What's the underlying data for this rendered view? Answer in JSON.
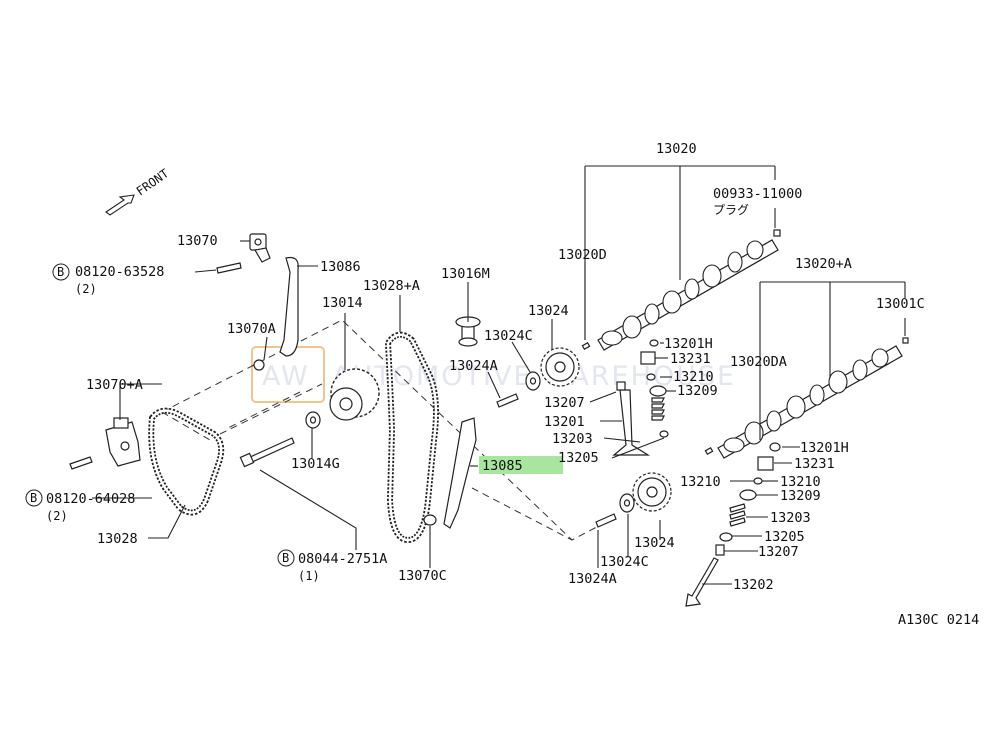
{
  "diagram_id": "A130C 0214",
  "front_label": "FRONT",
  "watermark": {
    "logo": "AW",
    "text": "AUTOMOTIVE WAREHOUSE"
  },
  "highlight_color": "#a8e6a0",
  "highlighted_part": "13085",
  "callouts": {
    "c13020": "13020",
    "c00933": "00933-11000",
    "c00933_sub": "プラグ",
    "c13020D": "13020D",
    "c13020A": "13020+A",
    "c13001C": "13001C",
    "c13070": "13070",
    "c13086": "13086",
    "c08120a": "08120-63528",
    "c08120a_qty": "(2)",
    "c13016M": "13016M",
    "c13028A": "13028+A",
    "c13014": "13014",
    "c13024_top": "13024",
    "c13024C_top": "13024C",
    "c13070A": "13070A",
    "c13024A_top": "13024A",
    "c13201H_top": "13201H",
    "c13231_top": "13231",
    "c13210_top": "13210",
    "c13209_top": "13209",
    "c13020DA": "13020DA",
    "c13207_top": "13207",
    "c13201": "13201",
    "c13203_top": "13203",
    "c13205_top": "13205",
    "c13070A_plus": "13070+A",
    "c13014G": "13014G",
    "c13085": "13085",
    "c13201H_r": "13201H",
    "c13231_r": "13231",
    "c13210_r": "13210",
    "c13210_mid": "13210",
    "c13209_r": "13209",
    "c08120b": "08120-64028",
    "c08120b_qty": "(2)",
    "c13203_r": "13203",
    "c13205_r": "13205",
    "c13207_r": "13207",
    "c13028": "13028",
    "c13024_bot": "13024",
    "c13024C_bot": "13024C",
    "c08044": "08044-2751A",
    "c08044_qty": "(1)",
    "c13070C": "13070C",
    "c13024A_bot": "13024A",
    "c13202": "13202",
    "bolt_symbol": "B"
  }
}
